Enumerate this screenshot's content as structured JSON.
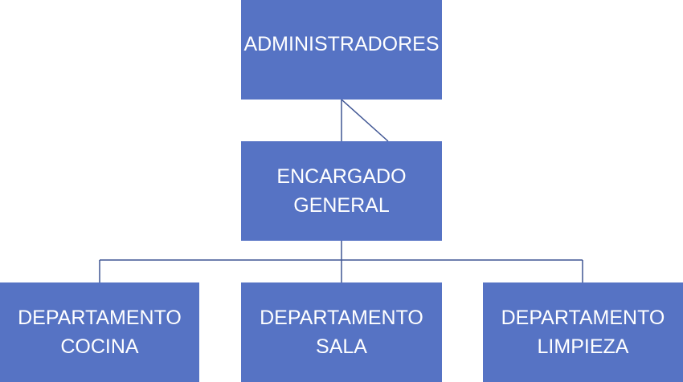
{
  "colors": {
    "box_fill": "#5673c4",
    "connector": "#3f5593",
    "text": "#ffffff"
  },
  "org_chart": {
    "root": {
      "lines": [
        "ADMINISTRADORES"
      ]
    },
    "manager": {
      "lines": [
        "ENCARGADO",
        "GENERAL"
      ]
    },
    "departments": [
      {
        "lines": [
          "DEPARTAMENTO",
          "COCINA"
        ]
      },
      {
        "lines": [
          "DEPARTAMENTO",
          "SALA"
        ]
      },
      {
        "lines": [
          "DEPARTAMENTO",
          "LIMPIEZA"
        ]
      }
    ]
  }
}
